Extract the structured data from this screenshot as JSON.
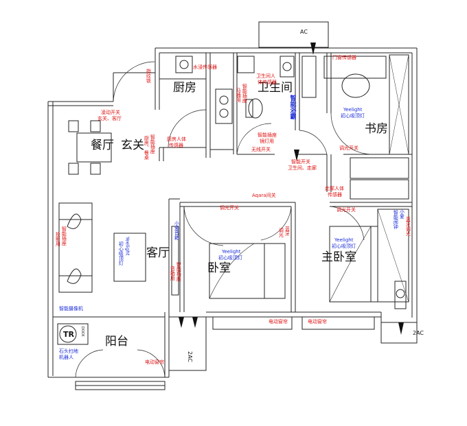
{
  "rooms": {
    "kitchen": "厨房",
    "bathroom": "卫生间",
    "study": "书房",
    "dining": "餐厅",
    "entry": "玄关",
    "living": "客厅",
    "bedroom": "卧室",
    "master": "主卧室",
    "balcony": "阳台"
  },
  "devices": {
    "fingerprint_lock": "指纹锁",
    "water_sensor": "水浸传感器",
    "door_window_sensor": "门窗传感器",
    "bath_body_sensor_1": "卫生间人",
    "bath_body_sensor_2": "体传感器",
    "toilet_outlet": "智能插座",
    "toilet_outlet_use": "马桶用",
    "smart_bath_heater": "智能浴霸",
    "mirror_outlet_1": "智能插座",
    "mirror_outlet_2": "镜灯用",
    "wireless_switch": "无线开关",
    "wave_switch_1": "凌动开关",
    "wave_switch_2": "玄关、客厅",
    "kitchen_sensor_1": "厨房人体",
    "kitchen_sensor_2": "传感器",
    "smart_outlet_dining": "智能插座",
    "kitchen_dining": "厨房、餐桌",
    "study_light_1": "Yeelight",
    "study_light_2": "初心吸顶灯",
    "study_dimmer": "调光开关",
    "smart_switch_1": "智能开关",
    "smart_switch_2": "卫生间、走廊",
    "hall_sensor_1": "走廊人体",
    "hall_sensor_2": "传感器",
    "aqara_switch": "Aqara间关",
    "dimmer_bed": "调光开关",
    "bt_dimmer_a": "蓝牙",
    "bt_dimmer_b": "调光",
    "bedroom_light_1": "Yeelight",
    "bedroom_light_2": "初心吸顶灯",
    "master_light_1": "Yeelight",
    "master_light_2": "初心吸顶灯",
    "xiaoai_clock_1": "小爱",
    "xiaoai_clock_2": "智能闹钟",
    "bt_dimmer_master": "蓝牙调光",
    "dimmer_master": "调光开关",
    "projector_outlet_1": "智能插座",
    "projector_outlet_2": "投影用",
    "living_light_1": "Yeelight",
    "living_light_2": "初心吸顶灯",
    "xiaoai_speaker": "小爱音箱",
    "audio_outlet_1": "智能插座",
    "audio_outlet_2": "音箱用",
    "camera": "智能摄像机",
    "robot_1": "石头扫地",
    "robot_2": "机器人",
    "curtain_balcony": "电动窗帘",
    "curtain_bedroom": "电动窗帘",
    "curtain_master": "电动窗帘"
  },
  "equipment": {
    "ac_top": "AC",
    "ac_balcony": "2AC",
    "ac_master": "2AC",
    "robot_mark": "TR",
    "robot_dock": "DOCK"
  },
  "colors": {
    "wall": "#222222",
    "device_red": "#e01010",
    "device_blue": "#1a2bd8"
  }
}
